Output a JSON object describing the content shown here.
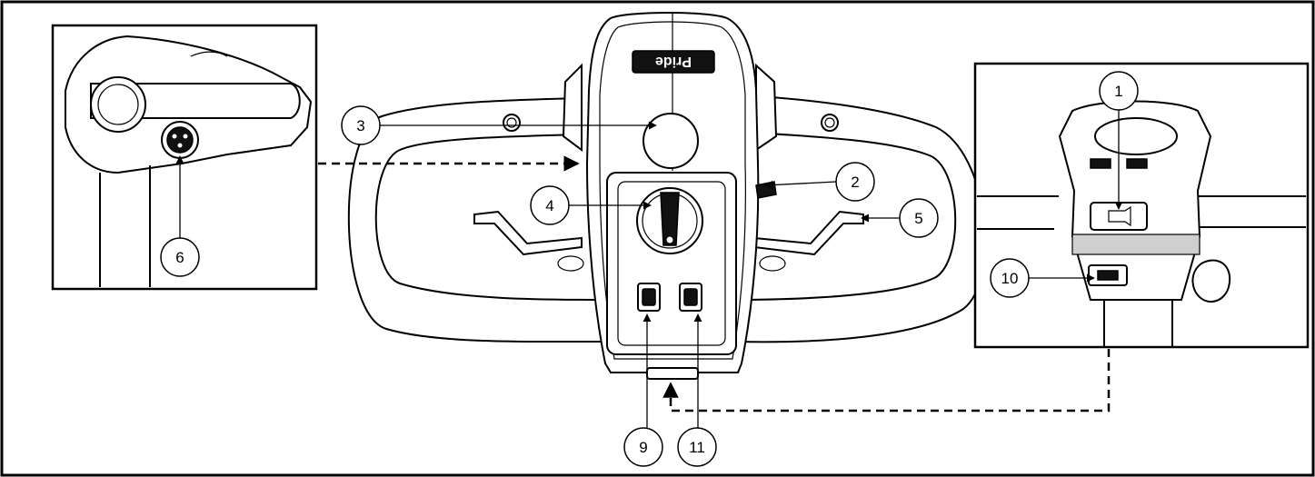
{
  "brand_text": "Pride",
  "callouts": [
    "1",
    "2",
    "3",
    "4",
    "5",
    "6",
    "9",
    "10",
    "11"
  ]
}
